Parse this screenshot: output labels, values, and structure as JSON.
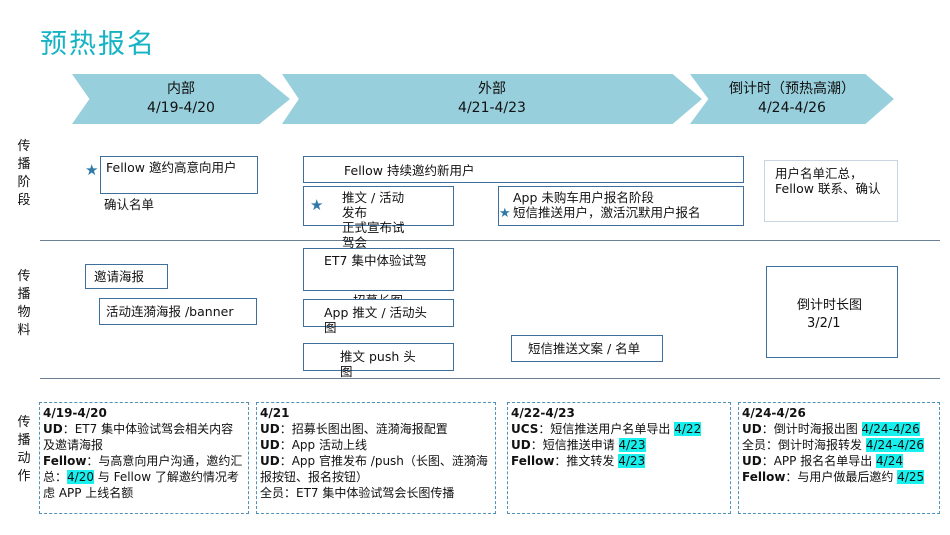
{
  "title": "预热报名",
  "phases": [
    {
      "name": "内部",
      "dates": "4/19-4/20"
    },
    {
      "name": "外部",
      "dates": "4/21-4/23"
    },
    {
      "name": "倒计时（预热高潮）",
      "dates": "4/24-4/26"
    }
  ],
  "rows": {
    "stage": "传播阶段",
    "material": "传播物料",
    "action": "传播动作"
  },
  "stage": {
    "internal_box_1": "Fellow 邀约高意向用户",
    "internal_box_1_sub": "确认名单",
    "external_top": "Fellow 持续邀约新用户",
    "external_left_1": "推文 / 活动发布",
    "external_left_2": "正式宣布试驾会",
    "external_right_1": "App 未购车用户报名阶段",
    "external_right_2": "短信推送用户，激活沉默用户报名",
    "countdown": "用户名单汇总，Fellow 联系、确认"
  },
  "material": {
    "invite_poster": "邀请海报",
    "carousel_poster": "活动连漪海报 /banner",
    "et7_long_image": "ET7 集中体验试驾",
    "recruit_long_image": "招募长图",
    "app_post_header": "App 推文 / 活动头图",
    "post_push_header": "推文 push 头图",
    "sms_copy": "短信推送文案 / 名单",
    "countdown_long_image": "倒计时长图",
    "countdown_long_image_sub": "3/2/1"
  },
  "actions": {
    "col1": {
      "date": "4/19-4/20",
      "ud_label": "UD",
      "ud_text": "：ET7 集中体验试驾会相关内容及邀请海报",
      "fellow_label": "Fellow",
      "fellow_text_1": "：与高意向用户沟通，邀约汇总：",
      "fellow_date": "4/20",
      "fellow_text_2": " 与 Fellow 了解邀约情况考虑 APP 上线名额"
    },
    "col2": {
      "date": "4/21",
      "ud1_label": "UD",
      "ud1_text": "：招募长图出图、涟漪海报配置",
      "ud2_label": "UD",
      "ud2_text": "：App 活动上线",
      "ud3_label": "UD",
      "ud3_text": "：App 官推发布 /push（长图、涟漪海报按钮、报名按钮）",
      "all_text": "全员：ET7 集中体验试驾会长图传播"
    },
    "col3": {
      "date": "4/22-4/23",
      "ucs_label": "UCS",
      "ucs_text": "：短信推送用户名单导出 ",
      "ucs_date": "4/22",
      "ud_label": "UD",
      "ud_text": "：短信推送申请 ",
      "ud_date": "4/23",
      "fellow_label": "Fellow",
      "fellow_text": "：推文转发 ",
      "fellow_date": "4/23"
    },
    "col4": {
      "date": "4/24-4/26",
      "ud1_label": "UD",
      "ud1_text": "：倒计时海报出图 ",
      "ud1_date": "4/24-4/26",
      "all_text": "全员：倒计时海报转发 ",
      "all_date": "4/24-4/26",
      "ud2_label": "UD",
      "ud2_text": "：APP 报名名单导出 ",
      "ud2_date": "4/24",
      "fellow_label": "Fellow",
      "fellow_text": "：与用户做最后邀约 ",
      "fellow_date": "4/25"
    }
  },
  "colors": {
    "title": "#16b3c4",
    "arrow": "#97cfdc",
    "highlight": "#18f0ee",
    "box_border": "#3f6f9d"
  }
}
